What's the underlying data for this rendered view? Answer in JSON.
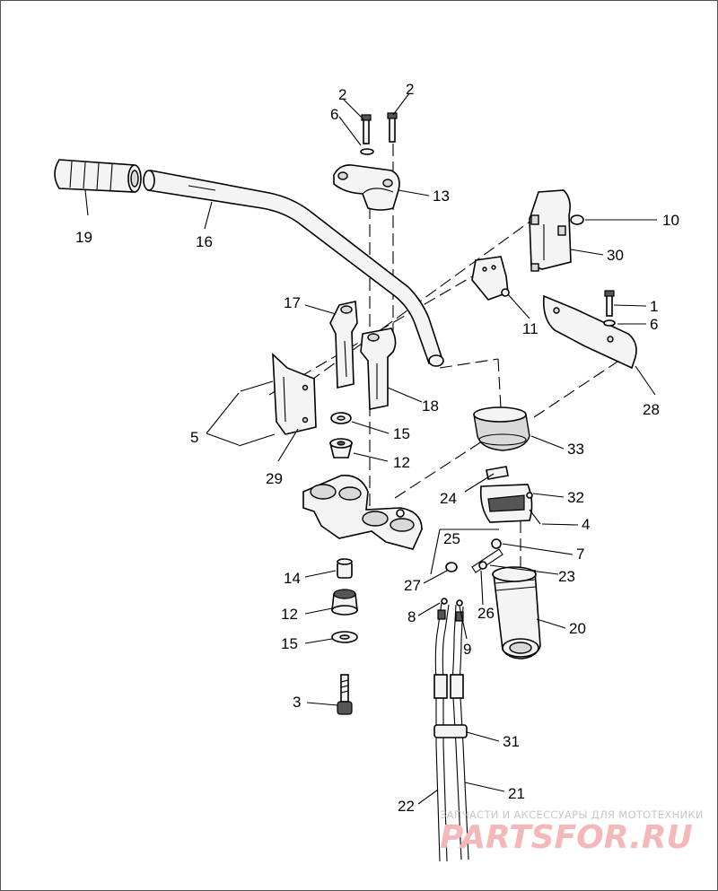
{
  "callouts": [
    {
      "id": "c1",
      "text": "1"
    },
    {
      "id": "c2a",
      "text": "2"
    },
    {
      "id": "c2b",
      "text": "2"
    },
    {
      "id": "c3",
      "text": "3"
    },
    {
      "id": "c4",
      "text": "4"
    },
    {
      "id": "c5",
      "text": "5"
    },
    {
      "id": "c6a",
      "text": "6"
    },
    {
      "id": "c6b",
      "text": "6"
    },
    {
      "id": "c7",
      "text": "7"
    },
    {
      "id": "c8",
      "text": "8"
    },
    {
      "id": "c9",
      "text": "9"
    },
    {
      "id": "c10",
      "text": "10"
    },
    {
      "id": "c11",
      "text": "11"
    },
    {
      "id": "c12a",
      "text": "12"
    },
    {
      "id": "c12b",
      "text": "12"
    },
    {
      "id": "c13",
      "text": "13"
    },
    {
      "id": "c14",
      "text": "14"
    },
    {
      "id": "c15a",
      "text": "15"
    },
    {
      "id": "c15b",
      "text": "15"
    },
    {
      "id": "c16",
      "text": "16"
    },
    {
      "id": "c17",
      "text": "17"
    },
    {
      "id": "c18",
      "text": "18"
    },
    {
      "id": "c19",
      "text": "19"
    },
    {
      "id": "c20",
      "text": "20"
    },
    {
      "id": "c21",
      "text": "21"
    },
    {
      "id": "c22",
      "text": "22"
    },
    {
      "id": "c23",
      "text": "23"
    },
    {
      "id": "c24",
      "text": "24"
    },
    {
      "id": "c25",
      "text": "25"
    },
    {
      "id": "c26",
      "text": "26"
    },
    {
      "id": "c27",
      "text": "27"
    },
    {
      "id": "c28",
      "text": "28"
    },
    {
      "id": "c29",
      "text": "29"
    },
    {
      "id": "c30",
      "text": "30"
    },
    {
      "id": "c31",
      "text": "31"
    },
    {
      "id": "c32",
      "text": "32"
    },
    {
      "id": "c33",
      "text": "33"
    }
  ],
  "watermark": {
    "tagline": "ЗАПЧАСТИ И АКСЕССУАРЫ ДЛЯ МОТОТЕХНИКИ",
    "logo": "PARTSFOR.RU"
  }
}
